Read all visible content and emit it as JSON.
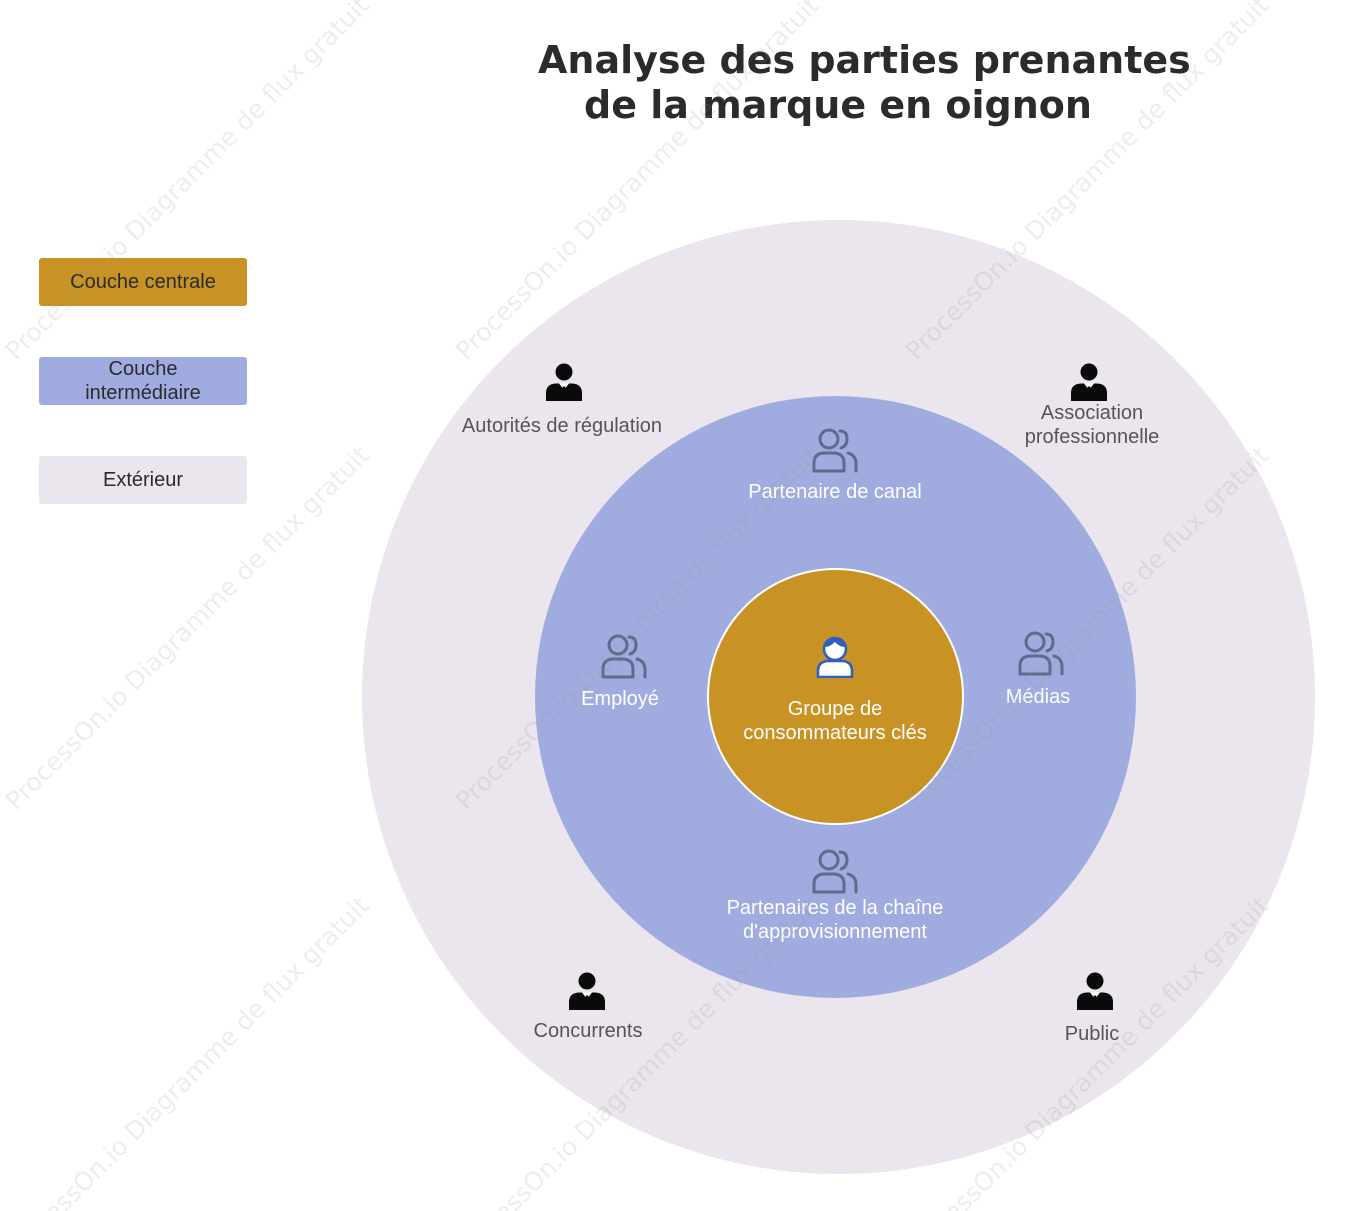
{
  "title": {
    "line1": "Analyse des parties prenantes",
    "line2": "de la marque en oignon"
  },
  "legend": {
    "central": {
      "label": "Couche centrale",
      "color": "#c89225"
    },
    "middle": {
      "label_line1": "Couche",
      "label_line2": "intermédiaire",
      "color": "#a0acdf"
    },
    "outer": {
      "label": "Extérieur",
      "color": "#ebe5ee"
    }
  },
  "layers": {
    "central": {
      "color": "#c89225",
      "stakeholder": {
        "line1": "Groupe de",
        "line2": "consommateurs clés",
        "icon": "person-outline-icon"
      }
    },
    "middle": {
      "color": "#a0acdf",
      "stakeholders": {
        "top": {
          "label": "Partenaire de canal",
          "icon": "group-icon"
        },
        "left": {
          "label": "Employé",
          "icon": "group-icon"
        },
        "right": {
          "label": "Médias",
          "icon": "group-icon"
        },
        "bottom": {
          "line1": "Partenaires de la chaîne",
          "line2": "d'approvisionnement",
          "icon": "group-icon"
        }
      }
    },
    "outer": {
      "color": "#ebe5ee",
      "stakeholders": {
        "top_left": {
          "label": "Autorités de régulation",
          "icon": "businessman-icon"
        },
        "top_right": {
          "line1": "Association",
          "line2": "professionnelle",
          "icon": "businessman-icon"
        },
        "bottom_left": {
          "label": "Concurrents",
          "icon": "businessman-icon"
        },
        "bottom_right": {
          "label": "Public",
          "icon": "businessman-icon"
        }
      }
    }
  },
  "watermark": "ProcessOn.io Diagramme de flux gratuit"
}
